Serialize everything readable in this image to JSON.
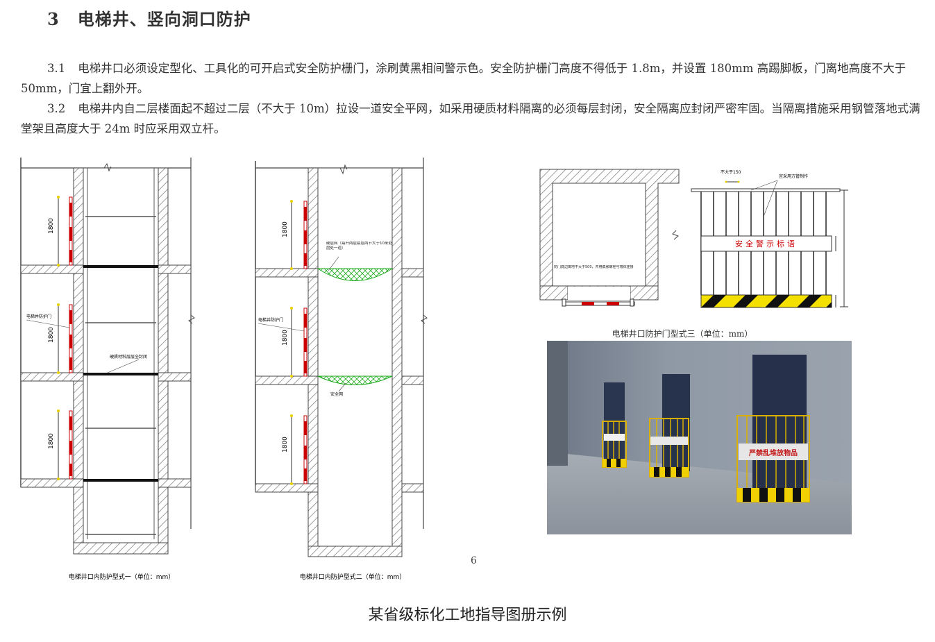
{
  "heading": {
    "number": "3",
    "title": "电梯井、竖向洞口防护"
  },
  "paragraphs": [
    {
      "no": "3.1",
      "text": "电梯井口必须设定型化、工具化的可开启式安全防护栅门，涂刷黄黑相间警示色。安全防护栅门高度不得低于 1.8m，并设置 180mm 高踢脚板，门离地高度不大于 50mm，门宜上翻外开。"
    },
    {
      "no": "3.2",
      "text": "电梯井内自二层楼面起不超过二层（不大于 10m）拉设一道安全平网，如采用硬质材料隔离的必须每层封闭，安全隔离应封闭严密牢固。当隔离措施采用钢管落地式满堂架且高度大于 24m 时应采用双立杆。"
    }
  ],
  "figure1": {
    "caption": "电梯井口内防护型式一（单位：mm）",
    "dim": "1800",
    "label_door": "电梯井防护门",
    "label_hard": "硬质材料层层全封闭"
  },
  "figure2": {
    "caption": "电梯井口内防护型式二（单位：mm）",
    "dim": "1800",
    "label_door": "电梯井防护门",
    "label_net_top": "硬层网（每升两层套层两节大于10米处层处一道）",
    "label_net": "安全网"
  },
  "figure3": {
    "caption": "电梯井口防护门型式三（单位：mm）",
    "label_gap": "不大于150",
    "label_tube": "宜采用方管制作",
    "sign": "安全警示标语",
    "label_door_note": "防门底边离地不大于500，并用膨胀螺栓与墙体连接",
    "photo_sign": "严禁乱堆放物品"
  },
  "page_number": "6",
  "footer": "某省级标化工地指导图册示例"
}
